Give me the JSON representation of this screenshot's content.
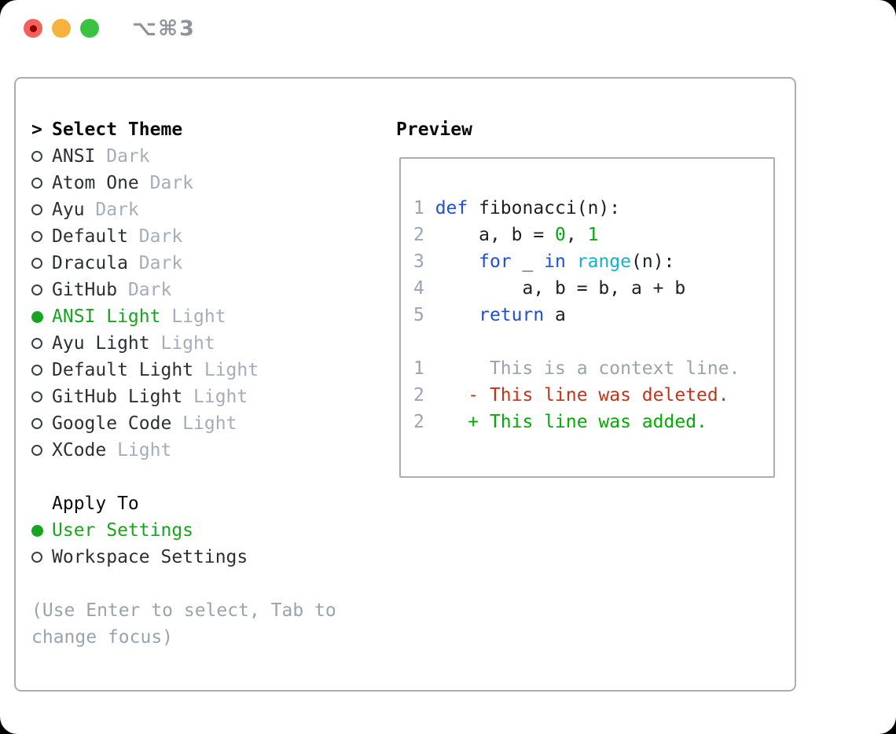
{
  "window": {
    "title": "⌥⌘3"
  },
  "titlebar": {
    "lights": [
      "close",
      "minimize",
      "zoom"
    ]
  },
  "panel": {
    "theme_list": {
      "header_prefix": ">",
      "header": "Select Theme",
      "items": [
        {
          "name": "ANSI",
          "tag": "Dark",
          "selected": false
        },
        {
          "name": "Atom One",
          "tag": "Dark",
          "selected": false
        },
        {
          "name": "Ayu",
          "tag": "Dark",
          "selected": false
        },
        {
          "name": "Default",
          "tag": "Dark",
          "selected": false
        },
        {
          "name": "Dracula",
          "tag": "Dark",
          "selected": false
        },
        {
          "name": "GitHub",
          "tag": "Dark",
          "selected": false
        },
        {
          "name": "ANSI Light",
          "tag": "Light",
          "selected": true
        },
        {
          "name": "Ayu Light",
          "tag": "Light",
          "selected": false
        },
        {
          "name": "Default Light",
          "tag": "Light",
          "selected": false
        },
        {
          "name": "GitHub Light",
          "tag": "Light",
          "selected": false
        },
        {
          "name": "Google Code",
          "tag": "Light",
          "selected": false
        },
        {
          "name": "XCode",
          "tag": "Light",
          "selected": false
        }
      ]
    },
    "apply_to": {
      "header": "Apply To",
      "options": [
        {
          "label": "User Settings",
          "selected": true
        },
        {
          "label": "Workspace Settings",
          "selected": false
        }
      ]
    },
    "help": [
      "(Use Enter to select, Tab to",
      "change focus)"
    ],
    "preview": {
      "header": "Preview",
      "lines": [
        {
          "num": "1",
          "tokens": [
            [
              "def",
              "kw"
            ],
            [
              " fibonacci(n):",
              "pl"
            ]
          ]
        },
        {
          "num": "2",
          "tokens": [
            [
              "    a, b = ",
              "pl"
            ],
            [
              "0",
              "num"
            ],
            [
              ", ",
              "pl"
            ],
            [
              "1",
              "num"
            ]
          ]
        },
        {
          "num": "3",
          "tokens": [
            [
              "    ",
              "pl"
            ],
            [
              "for",
              "kw"
            ],
            [
              " _ ",
              "pl"
            ],
            [
              "in",
              "kw"
            ],
            [
              " ",
              "pl"
            ],
            [
              "range",
              "fn"
            ],
            [
              "(n):",
              "pl"
            ]
          ]
        },
        {
          "num": "4",
          "tokens": [
            [
              "        a, b = b, a + b",
              "pl"
            ]
          ]
        },
        {
          "num": "5",
          "tokens": [
            [
              "    ",
              "pl"
            ],
            [
              "return",
              "kw"
            ],
            [
              " a",
              "pl"
            ]
          ]
        },
        {
          "num": "",
          "tokens": []
        },
        {
          "num": "1",
          "tokens": [
            [
              "     This is a context line.",
              "ctx"
            ]
          ]
        },
        {
          "num": "2",
          "tokens": [
            [
              "   ",
              "pl"
            ],
            [
              "- This line was deleted.",
              "del"
            ]
          ]
        },
        {
          "num": "2",
          "tokens": [
            [
              "   ",
              "pl"
            ],
            [
              "+ This line was added.",
              "add"
            ]
          ]
        }
      ]
    }
  },
  "colors": {
    "border_gray": "#a6adb7",
    "text_dark": "#2b3036",
    "header_black": "#0a0a0a",
    "tag_gray": "#a4adba",
    "help_gray": "#99a3ae",
    "linenum_gray": "#9aa4b2",
    "selection_green": "#17a51f",
    "keyword_blue": "#1d50d9",
    "function_cyan": "#12b2c7",
    "number_green": "#09a80e",
    "diff_add_green": "#00ad00",
    "diff_del_red": "#c23418",
    "titlebar_gray": "#8d939a",
    "light_red": "#f4615b",
    "light_red_dot": "#8d0006",
    "light_yellow": "#f6b23c",
    "light_green": "#3cc243"
  }
}
